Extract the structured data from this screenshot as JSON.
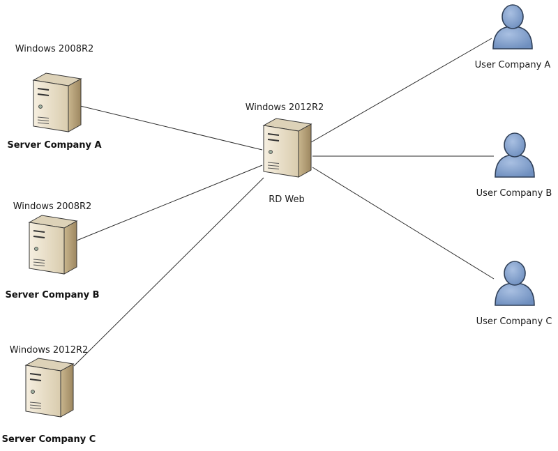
{
  "servers": [
    {
      "id": "server-a",
      "os": "Windows 2008R2",
      "name": "Server Company A"
    },
    {
      "id": "server-b",
      "os": "Windows 2008R2",
      "name": "Server Company B"
    },
    {
      "id": "server-c",
      "os": "Windows 2012R2",
      "name": "Server Company C"
    }
  ],
  "hub": {
    "id": "rd-web",
    "os": "Windows 2012R2",
    "name": "RD Web"
  },
  "users": [
    {
      "id": "user-a",
      "name": "User Company A"
    },
    {
      "id": "user-b",
      "name": "User Company B"
    },
    {
      "id": "user-c",
      "name": "User Company C"
    }
  ],
  "connections": [
    [
      "server-a",
      "rd-web"
    ],
    [
      "server-b",
      "rd-web"
    ],
    [
      "server-c",
      "rd-web"
    ],
    [
      "rd-web",
      "user-a"
    ],
    [
      "rd-web",
      "user-b"
    ],
    [
      "rd-web",
      "user-c"
    ]
  ],
  "colors": {
    "server_front": "#efe6d2",
    "server_side": "#bba77f",
    "server_top": "#ddd2b8",
    "server_outline": "#333333",
    "user_fill": "#7f9dc8",
    "user_outline": "#2f3f57"
  }
}
